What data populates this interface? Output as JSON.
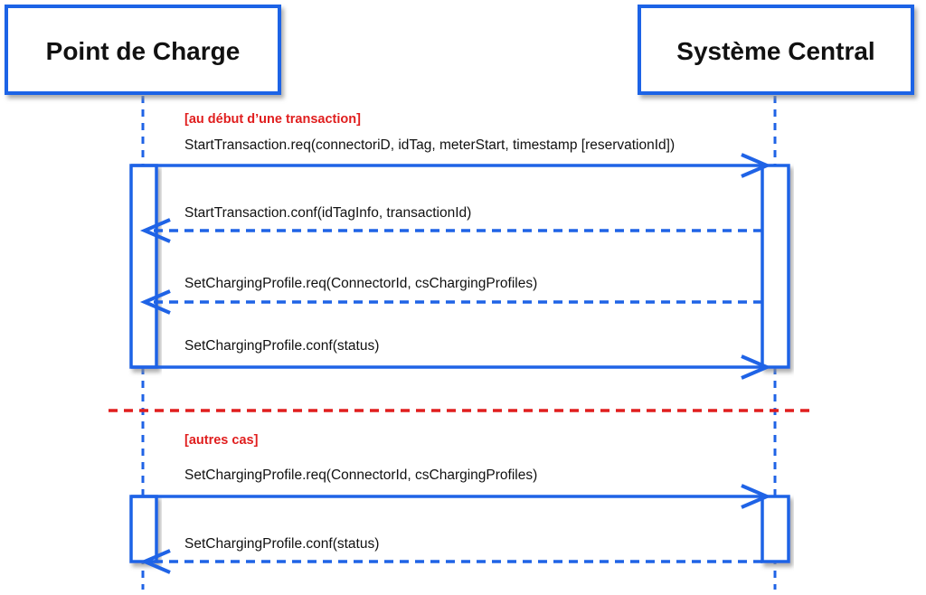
{
  "colors": {
    "primary": "#1f63e6",
    "guard": "#e01e1e",
    "text": "#111111",
    "shadow": "#9a9a9a"
  },
  "participants": {
    "left": "Point de Charge",
    "right": "Système Central"
  },
  "fragments": [
    {
      "guard": "[au début d’une transaction]",
      "messages": [
        {
          "text": "StartTransaction.req(connectoriD, idTag, meterStart, timestamp [reservationId])",
          "direction": "to-right",
          "style": "solid"
        },
        {
          "text": "StartTransaction.conf(idTagInfo, transactionId)",
          "direction": "to-left",
          "style": "dashed"
        },
        {
          "text": "SetChargingProfile.req(ConnectorId, csChargingProfiles)",
          "direction": "to-left",
          "style": "dashed"
        },
        {
          "text": "SetChargingProfile.conf(status)",
          "direction": "to-right",
          "style": "solid"
        }
      ]
    },
    {
      "guard": "[autres cas]",
      "messages": [
        {
          "text": "SetChargingProfile.req(ConnectorId, csChargingProfiles)",
          "direction": "to-right",
          "style": "solid"
        },
        {
          "text": "SetChargingProfile.conf(status)",
          "direction": "to-left",
          "style": "dashed"
        }
      ]
    }
  ]
}
